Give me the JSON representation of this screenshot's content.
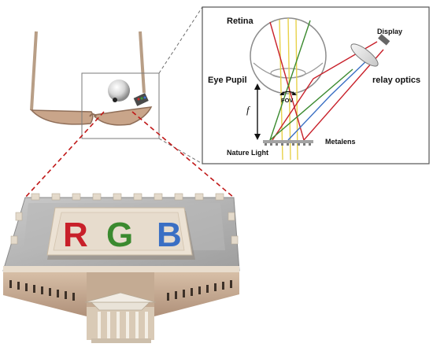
{
  "inset_labels": {
    "retina": "Retina",
    "display": "Display",
    "eye_pupil": "Eye Pupil",
    "relay_optics": "relay optics",
    "fov": "FOV",
    "focal": "f",
    "nature_light": "Nature Light",
    "metalens": "Metalens"
  },
  "chip_letters": {
    "r": "R",
    "g": "G",
    "b": "B"
  },
  "colors": {
    "red": "#c8202a",
    "green": "#3b8a2f",
    "blue": "#3a6fc4",
    "guide_dash": "#c01818",
    "yellow_ray": "#e8d24a"
  }
}
